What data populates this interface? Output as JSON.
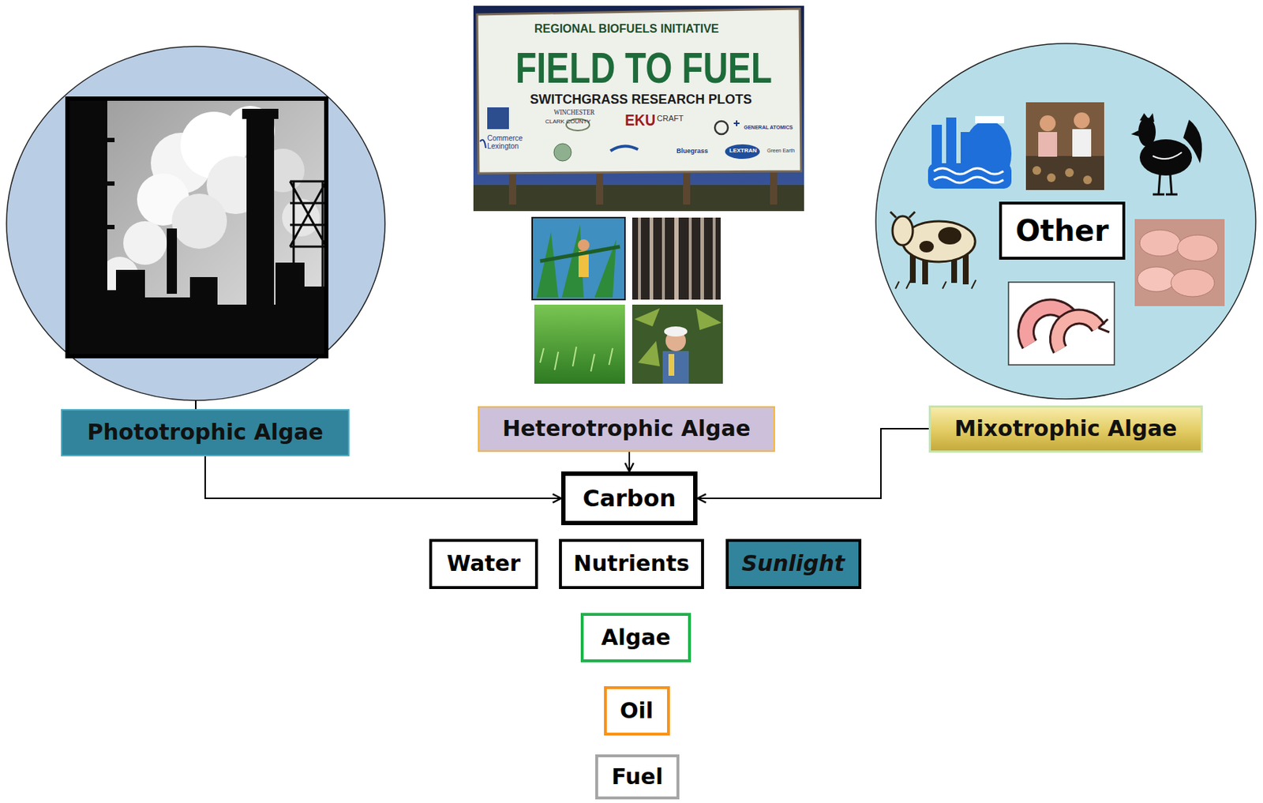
{
  "diagram": {
    "nodes": [
      {
        "text": [
          "Other"
        ]
      },
      {
        "text": [
          "Phototrophic Algae"
        ]
      },
      {
        "text": [
          "Heterotrophic Algae"
        ]
      },
      {
        "text": [
          "Mixotrophic Algae"
        ]
      },
      {
        "text": [
          "Carbon"
        ]
      },
      {
        "text": [
          "Water"
        ]
      },
      {
        "text": [
          "Nutrients"
        ]
      },
      {
        "text": [
          "Sunlight"
        ]
      },
      {
        "text": [
          "Algae"
        ]
      },
      {
        "text": [
          "Oil"
        ]
      },
      {
        "text": [
          "Fuel"
        ]
      }
    ],
    "edges": [
      {
        "from": 1,
        "to": 4,
        "arrow": "to"
      },
      {
        "from": 2,
        "to": 4,
        "arrow": "to"
      },
      {
        "from": 3,
        "to": 4,
        "arrow": "to"
      }
    ],
    "labels": [
      "REGIONAL BIOFUELS INITIATIVE",
      "FIELD TO FUEL",
      "SWITCHGRASS RESEARCH PLOTS",
      "WINCHESTER",
      "CLARK COUNTY",
      "EKU",
      "CRAFT",
      "GENERAL ATOMICS",
      "Commerce Lexington",
      "Bluegrass",
      "LEXTRAN",
      "Green Earth"
    ]
  }
}
